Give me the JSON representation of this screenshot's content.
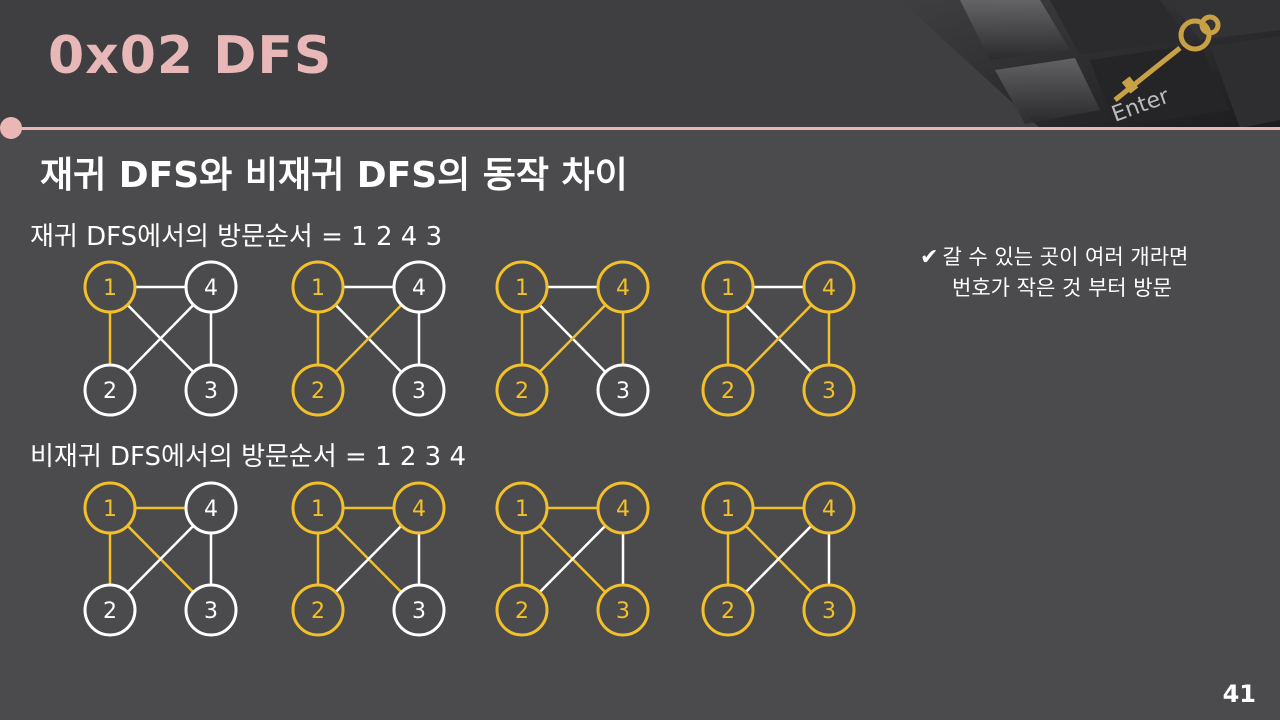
{
  "title": "0x02  DFS",
  "subtitle": "재귀 DFS와 비재귀 DFS의 동작 차이",
  "recursive_label": "재귀 DFS에서의 방문순서 = 1 2 4 3",
  "nonrecursive_label": "비재귀 DFS에서의 방문순서 = 1 2 3 4",
  "note": {
    "line1": "갈 수 있는 곳이 여러 개라면",
    "line2": "번호가 작은 것 부터 방문"
  },
  "page_number": "41",
  "colors": {
    "highlight": "#f2c02a",
    "default": "#ffffff",
    "title": "#e8b8b8",
    "accent_line": "#eab6b6"
  },
  "graph": {
    "nodes": [
      "1",
      "4",
      "2",
      "3"
    ],
    "edges": [
      [
        "1",
        "4"
      ],
      [
        "1",
        "2"
      ],
      [
        "1",
        "3"
      ],
      [
        "4",
        "2"
      ],
      [
        "4",
        "3"
      ]
    ]
  },
  "recursive_steps": [
    {
      "visited": [
        "1"
      ],
      "edges": [
        [
          "1",
          "2"
        ]
      ]
    },
    {
      "visited": [
        "1",
        "2"
      ],
      "edges": [
        [
          "1",
          "2"
        ],
        [
          "2",
          "4"
        ]
      ]
    },
    {
      "visited": [
        "1",
        "2",
        "4"
      ],
      "edges": [
        [
          "1",
          "2"
        ],
        [
          "2",
          "4"
        ],
        [
          "4",
          "3"
        ]
      ]
    },
    {
      "visited": [
        "1",
        "2",
        "4",
        "3"
      ],
      "edges": [
        [
          "1",
          "2"
        ],
        [
          "2",
          "4"
        ],
        [
          "4",
          "3"
        ]
      ]
    }
  ],
  "nonrecursive_steps": [
    {
      "visited": [
        "1"
      ],
      "edges": [
        [
          "1",
          "2"
        ],
        [
          "1",
          "3"
        ],
        [
          "1",
          "4"
        ]
      ]
    },
    {
      "visited": [
        "1",
        "2",
        "4"
      ],
      "edges": [
        [
          "1",
          "2"
        ],
        [
          "1",
          "3"
        ],
        [
          "1",
          "4"
        ]
      ]
    },
    {
      "visited": [
        "1",
        "2",
        "3",
        "4"
      ],
      "edges": [
        [
          "1",
          "2"
        ],
        [
          "1",
          "3"
        ],
        [
          "1",
          "4"
        ]
      ]
    },
    {
      "visited": [
        "1",
        "2",
        "3",
        "4"
      ],
      "edges": [
        [
          "1",
          "2"
        ],
        [
          "1",
          "3"
        ],
        [
          "1",
          "4"
        ]
      ]
    }
  ]
}
